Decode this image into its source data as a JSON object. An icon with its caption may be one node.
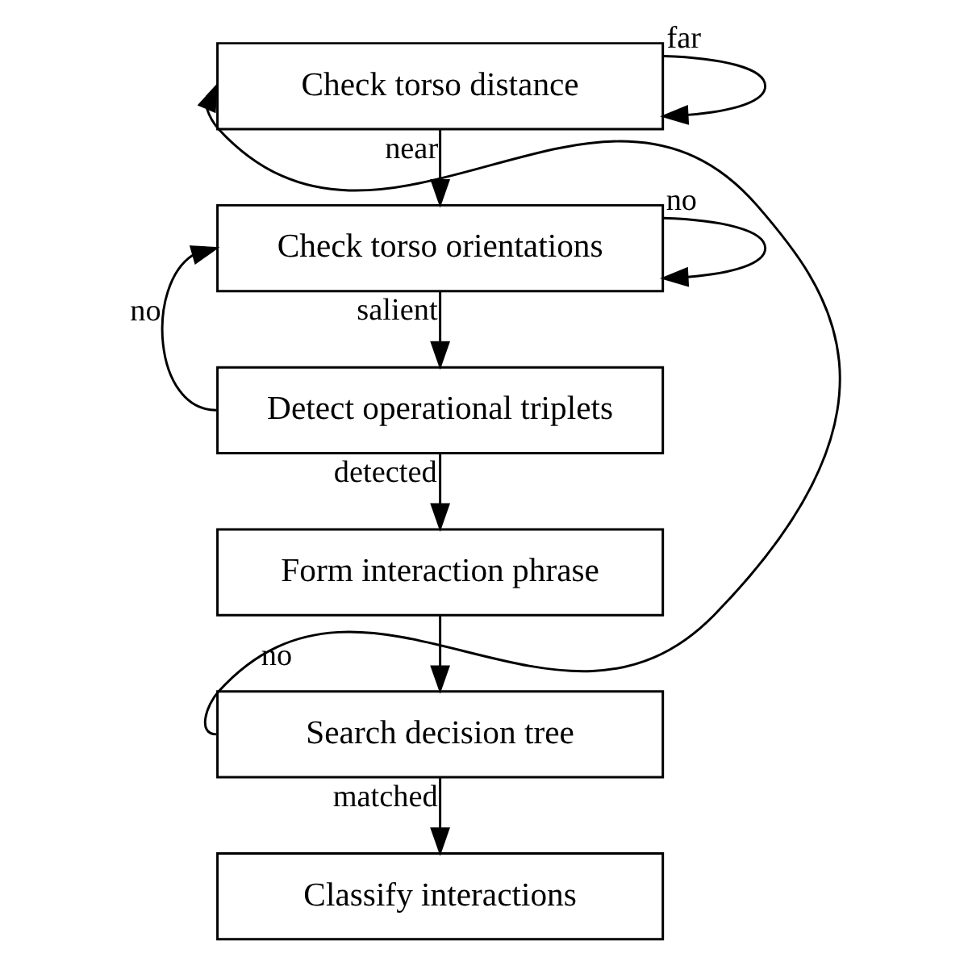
{
  "diagram": {
    "nodes": [
      {
        "text": [
          "Check torso distance"
        ]
      },
      {
        "text": [
          "Check torso orientations"
        ]
      },
      {
        "text": [
          "Detect operational triplets"
        ]
      },
      {
        "text": [
          "Form interaction phrase"
        ]
      },
      {
        "text": [
          "Search decision tree"
        ]
      },
      {
        "text": [
          "Classify interactions"
        ]
      }
    ],
    "edges": [
      {
        "from": 0,
        "to": 0,
        "arrow": "to",
        "label": "far"
      },
      {
        "from": 0,
        "to": 1,
        "arrow": "to",
        "label": "near"
      },
      {
        "from": 1,
        "to": 1,
        "arrow": "to",
        "label": "no"
      },
      {
        "from": 1,
        "to": 2,
        "arrow": "to",
        "label": "salient"
      },
      {
        "from": 2,
        "to": 1,
        "arrow": "to",
        "label": "no"
      },
      {
        "from": 2,
        "to": 3,
        "arrow": "to",
        "label": "detected"
      },
      {
        "from": 3,
        "to": 4,
        "arrow": "to"
      },
      {
        "from": 4,
        "to": 0,
        "arrow": "to",
        "label": "no"
      },
      {
        "from": 4,
        "to": 5,
        "arrow": "to",
        "label": "matched"
      }
    ]
  }
}
